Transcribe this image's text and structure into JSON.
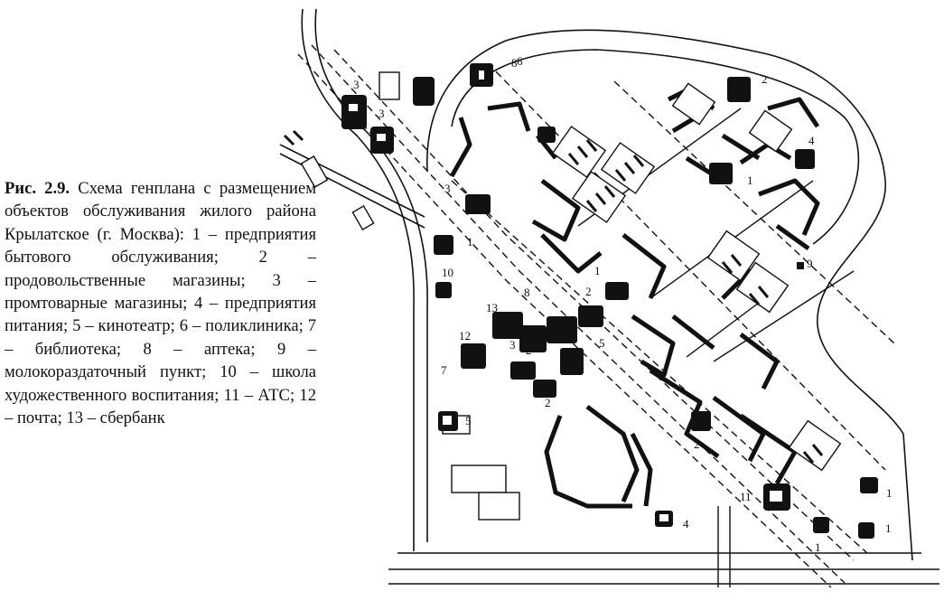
{
  "caption": {
    "lead": "Рис. 2.9.",
    "text": "Схема генплана с размещением объектов обслуживания жилого района Крылатское (г. Москва): 1 – предприятия бытового обслуживания; 2 – продовольственные магазины; 3 – промтоварные магазины; 4 – предприятия питания; 5 – кинотеатр; 6 – поликлиника; 7 – библиотека; 8 – аптека; 9 – молокораздаточный пункт; 10 – школа художественного воспитания; 11 – АТС; 12 – почта; 13 – сбербанк"
  },
  "map": {
    "labels": [
      "1",
      "1",
      "1",
      "1",
      "1",
      "1",
      "2",
      "2",
      "2",
      "2",
      "2",
      "3",
      "3",
      "3",
      "3",
      "4",
      "4",
      "5",
      "5",
      "6",
      "7",
      "8",
      "8",
      "9",
      "10",
      "11",
      "12",
      "13"
    ]
  }
}
